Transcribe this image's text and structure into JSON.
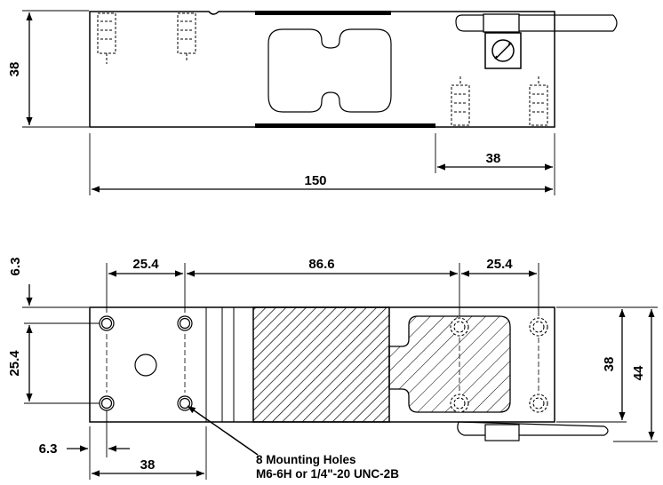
{
  "side_view": {
    "height_label": "38",
    "length_label": "150",
    "offset_label": "38"
  },
  "top_view": {
    "edge_offset_label": "6.3",
    "left_spacing_label": "25.4",
    "center_spacing_label": "86.6",
    "right_spacing_label": "25.4",
    "vertical_spacing_label": "25.4",
    "width_label": "38",
    "overall_width_label": "44",
    "bottom_offset_label": "6.3",
    "bottom_span_label": "38"
  },
  "note": {
    "line1": "8 Mounting Holes",
    "line2": "M6-6H or 1/4\"-20 UNC-2B"
  },
  "colors": {
    "line": "#000000",
    "cavity_fill": "#e8e8e8",
    "background": "#ffffff"
  }
}
